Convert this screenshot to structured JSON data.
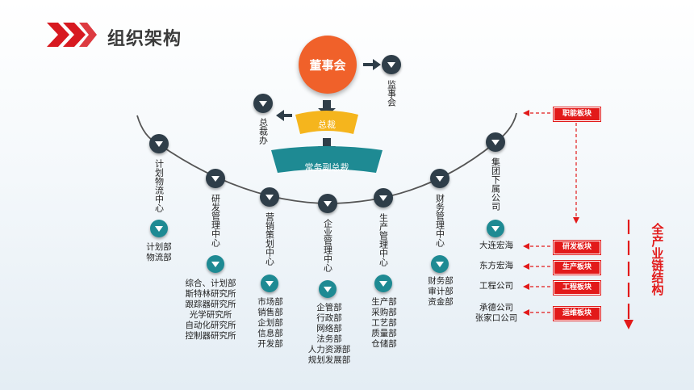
{
  "title": "组织架构",
  "board": "董事会",
  "supervisory": "监事会",
  "president": "总裁",
  "president_office": "总裁办",
  "exec_vp": "常务副总裁",
  "centers": [
    {
      "name": "计划物流中心",
      "subs": [
        "计划部",
        "物流部"
      ]
    },
    {
      "name": "研发管理中心",
      "subs": [
        "综合、计划部",
        "斯特林研究所",
        "跟踪器研究所",
        "光学研究所",
        "自动化研究所",
        "控制器研究所"
      ]
    },
    {
      "name": "营销策划中心",
      "subs": [
        "市场部",
        "销售部",
        "企划部",
        "信息部",
        "开发部"
      ]
    },
    {
      "name": "企业管理中心",
      "subs": [
        "企管部",
        "行政部",
        "网络部",
        "法务部",
        "人力资源部",
        "规划发展部"
      ]
    },
    {
      "name": "生产管理中心",
      "subs": [
        "生产部",
        "采购部",
        "工艺部",
        "质量部",
        "仓储部"
      ]
    },
    {
      "name": "财务管理中心",
      "subs": [
        "财务部",
        "审计部",
        "资金部"
      ]
    },
    {
      "name": "集团下属公司",
      "subs": []
    }
  ],
  "companies": [
    "大连宏海",
    "东方宏海",
    "工程公司",
    "承德公司",
    "张家口公司"
  ],
  "tags": {
    "functional": "职能板块",
    "rd": "研发板块",
    "production": "生产板块",
    "engineering": "工程板块",
    "operations": "运维板块"
  },
  "chain_label": "全产业链结构",
  "colors": {
    "accent_red": "#e21a1a",
    "board_orange": "#f0612a",
    "president_yellow": "#f5b51d",
    "vp_teal": "#1e8a93",
    "node_dark": "#2f3e49"
  },
  "icons": [
    "double-chevron-icon",
    "arrow-down-icon",
    "arrow-right-icon",
    "arrow-left-icon"
  ]
}
